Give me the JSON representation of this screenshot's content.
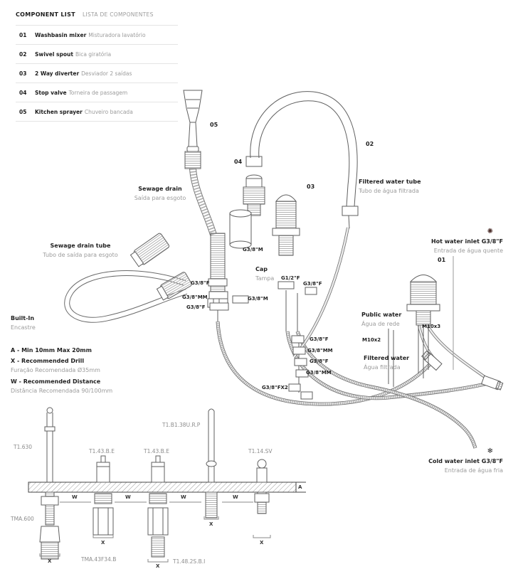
{
  "header": {
    "title": "COMPONENT LIST",
    "subtitle": "LISTA DE COMPONENTES"
  },
  "component_list": [
    {
      "num": "01",
      "name": "Washbasin mixer",
      "name_pt": "Misturadora lavatório"
    },
    {
      "num": "02",
      "name": "Swivel spout",
      "name_pt": "Bica giratória"
    },
    {
      "num": "03",
      "name": "2 Way diverter",
      "name_pt": "Desviador 2 saídas"
    },
    {
      "num": "04",
      "name": "Stop valve",
      "name_pt": "Torneira de passagem"
    },
    {
      "num": "05",
      "name": "Kitchen sprayer",
      "name_pt": "Chuveiro bancada"
    }
  ],
  "callouts": {
    "c01": "01",
    "c02": "02",
    "c03": "03",
    "c04": "04",
    "c05": "05"
  },
  "annotations": {
    "sewage_drain": {
      "en": "Sewage drain",
      "pt": "Saída para esgoto"
    },
    "sewage_drain_tube": {
      "en": "Sewage drain tube",
      "pt": "Tubo de saída para esgoto"
    },
    "filtered_water_tube": {
      "en": "Filtered water tube",
      "pt": "Tubo de água filtrada"
    },
    "hot_water_inlet": {
      "en": "Hot water inlet G3/8\"F",
      "pt": "Entrada de água quente"
    },
    "cold_water_inlet": {
      "en": "Cold water inlet G3/8\"F",
      "pt": "Entrada de água fria"
    },
    "public_water": {
      "en": "Public water",
      "pt": "Água de rede"
    },
    "filtered_water": {
      "en": "Filtered water",
      "pt": "Água filtrada"
    },
    "built_in": {
      "en": "Built-In",
      "pt": "Encastre"
    },
    "cap": {
      "en": "Cap",
      "pt": "Tampa"
    }
  },
  "notes": {
    "a": "A - Min 10mm Max 20mm",
    "x_en": "X - Recommended Drill",
    "x_pt": "Furação Recomendada Ø35mm",
    "w_en": "W - Recommended Distance",
    "w_pt": "Distância Recomendada 90/100mm"
  },
  "fittings": {
    "g38m": "G3/8\"M",
    "g38f": "G3/8\"F",
    "g38mm": "G3/8\"MM",
    "g12f": "G1/2\"F",
    "g38fx2": "G3/8\"FX2",
    "m10x2": "M10x2",
    "m10x3": "M10x3"
  },
  "part_codes": {
    "t1630": "T1.630",
    "tma600": "TMA.600",
    "t143be": "T1.43.B.E",
    "t1b138urp": "T1.B1.38U.R.P",
    "t114sv": "T1.14.SV",
    "tma43f34b": "TMA.43F34.B",
    "t1482sbi": "T1.48.2S.B.I"
  },
  "dimensions": {
    "a": "A",
    "w": "W",
    "x": "X"
  },
  "icons": {
    "hot": "✺",
    "cold": "❄"
  },
  "colors": {
    "line": "#5f5f5f",
    "hot_icon": "#4a2c28",
    "cold_icon": "#222222"
  }
}
